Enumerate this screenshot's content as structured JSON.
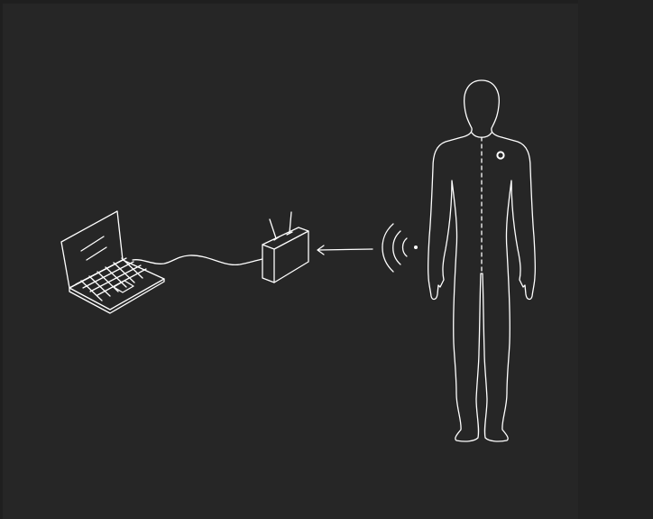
{
  "colors": {
    "outer_background": "#1f1f1f",
    "canvas_background": "#262626",
    "right_strip": "#222222",
    "line": "#ffffff"
  },
  "diagram": {
    "nodes": [
      {
        "id": "laptop",
        "icon": "laptop-icon"
      },
      {
        "id": "router",
        "icon": "router-icon"
      },
      {
        "id": "person",
        "icon": "human-body-icon",
        "wearable_sensor": true
      }
    ],
    "edges": [
      {
        "from": "laptop",
        "to": "router",
        "type": "cable"
      },
      {
        "from": "person",
        "to": "router",
        "type": "wireless-signal",
        "arrow": "toward-router"
      }
    ]
  }
}
